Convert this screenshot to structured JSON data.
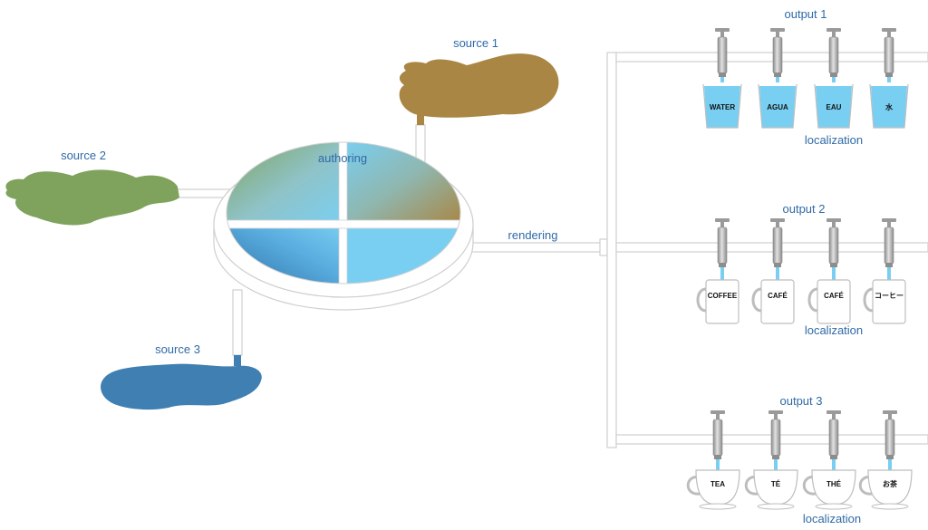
{
  "labels": {
    "authoring": "authoring",
    "rendering": "rendering",
    "source_1": "source 1",
    "source_2": "source 2",
    "source_3": "source 3"
  },
  "colors": {
    "source_1": "#a98643",
    "source_2": "#7fa35c",
    "source_3": "#3f7fb2",
    "water": "#79cff2",
    "label": "#2f6aa6",
    "pipe_stroke": "#cfcfcf"
  },
  "outputs": [
    {
      "title": "output 1",
      "vessel": "glass",
      "localization": "localization",
      "items": [
        "WATER",
        "AGUA",
        "EAU",
        "水"
      ]
    },
    {
      "title": "output 2",
      "vessel": "mug",
      "localization": "localization",
      "items": [
        "COFFEE",
        "CAFÉ",
        "CAFÉ",
        "コーヒー"
      ]
    },
    {
      "title": "output 3",
      "vessel": "teacup",
      "localization": "localization",
      "items": [
        "TEA",
        "TÉ",
        "THÉ",
        "お茶"
      ]
    }
  ]
}
